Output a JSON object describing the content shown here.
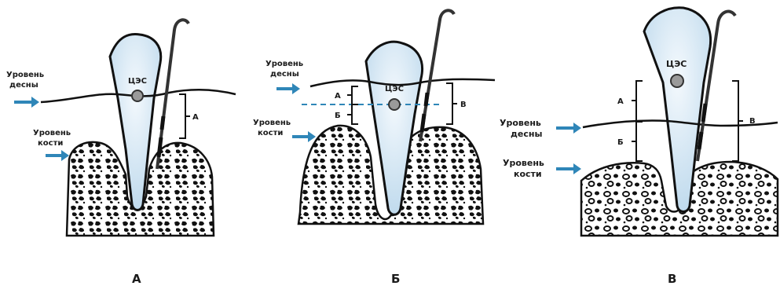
{
  "panels": [
    {
      "caption": "А",
      "cej_label": "ЦЭС",
      "gum_label_line1": "Уровень",
      "gum_label_line2": "десны",
      "bone_label_line1": "Уровень",
      "bone_label_line2": "кости",
      "bracket_labels": [
        "А"
      ]
    },
    {
      "caption": "Б",
      "cej_label": "ЦЭС",
      "gum_label_line1": "Уровень",
      "gum_label_line2": "десны",
      "bone_label_line1": "Уровень",
      "bone_label_line2": "кости",
      "bracket_labels": [
        "А",
        "Б",
        "В"
      ]
    },
    {
      "caption": "В",
      "cej_label": "ЦЭС",
      "gum_label_line1": "Уровень",
      "gum_label_line2": "десны",
      "bone_label_line1": "Уровень",
      "bone_label_line2": "кости",
      "bracket_labels": [
        "А",
        "Б",
        "В"
      ]
    }
  ],
  "colors": {
    "arrow": "#2f86b8",
    "tooth_fill": "#d8eaf5",
    "outline": "#111111",
    "cej_marker": "#8a8a8a",
    "cej_line_dashed": "#2f86b8"
  }
}
